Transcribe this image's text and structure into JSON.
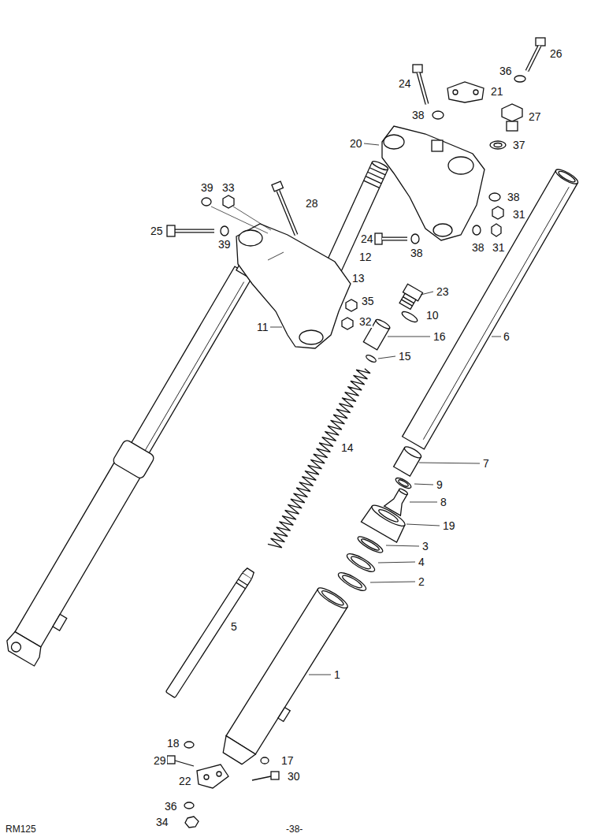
{
  "diagram": {
    "labels": [
      "26",
      "36",
      "24",
      "21",
      "38",
      "27",
      "20",
      "37",
      "39",
      "33",
      "38",
      "28",
      "31",
      "25",
      "39",
      "24",
      "38",
      "12",
      "38",
      "31",
      "13",
      "23",
      "35",
      "32",
      "10",
      "11",
      "6",
      "16",
      "15",
      "14",
      "7",
      "9",
      "8",
      "19",
      "3",
      "4",
      "2",
      "5",
      "1",
      "18",
      "29",
      "17",
      "22",
      "30",
      "36",
      "34",
      "RM125",
      "-38-"
    ]
  }
}
